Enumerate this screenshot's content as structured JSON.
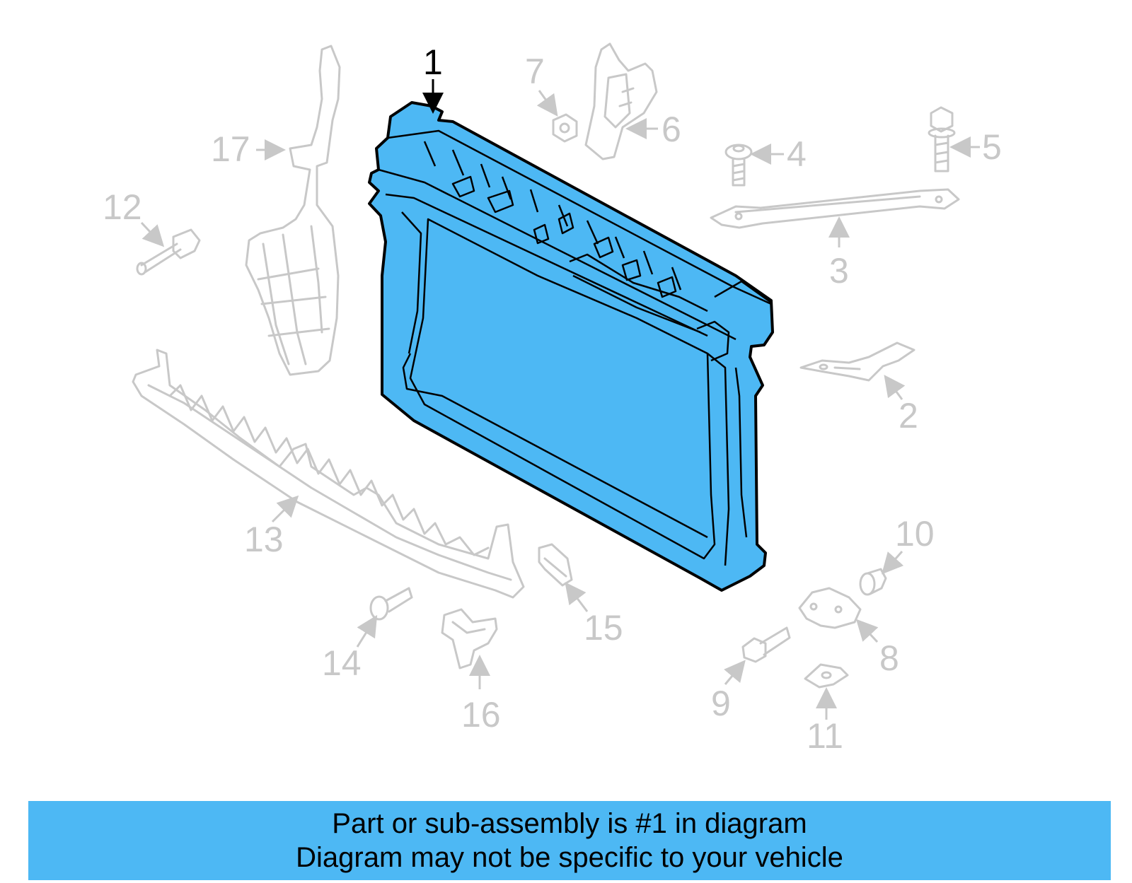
{
  "diagram": {
    "callouts": {
      "c1": "1",
      "c2": "2",
      "c3": "3",
      "c4": "4",
      "c5": "5",
      "c6": "6",
      "c7": "7",
      "c8": "8",
      "c9": "9",
      "c10": "10",
      "c11": "11",
      "c12": "12",
      "c13": "13",
      "c14": "14",
      "c15": "15",
      "c16": "16",
      "c17": "17"
    },
    "highlight_color": "#4db8f4",
    "ghost_color": "#c8c8c8"
  },
  "footer": {
    "line1": "Part or sub-assembly is #1 in diagram",
    "line2": "Diagram may not be specific to your vehicle"
  }
}
